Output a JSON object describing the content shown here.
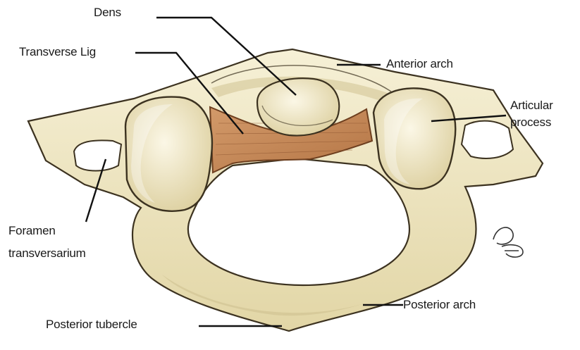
{
  "labels": {
    "dens": "Dens",
    "transverse_lig": "Transverse Lig",
    "anterior_arch": "Anterior arch",
    "articular_process_line1": "Articular",
    "articular_process_line2": "process",
    "foramen_line1": "Foramen",
    "foramen_line2": "transversarium",
    "posterior_arch": "Posterior arch",
    "posterior_tubercle": "Posterior tubercle"
  },
  "colors": {
    "bone": "#efe7c4",
    "bone_shadow": "#c9bd8d",
    "bone_outline": "#3c3220",
    "ligament": "#c98a5a",
    "ligament_dark": "#9a5e35",
    "leader_line": "#111111"
  }
}
